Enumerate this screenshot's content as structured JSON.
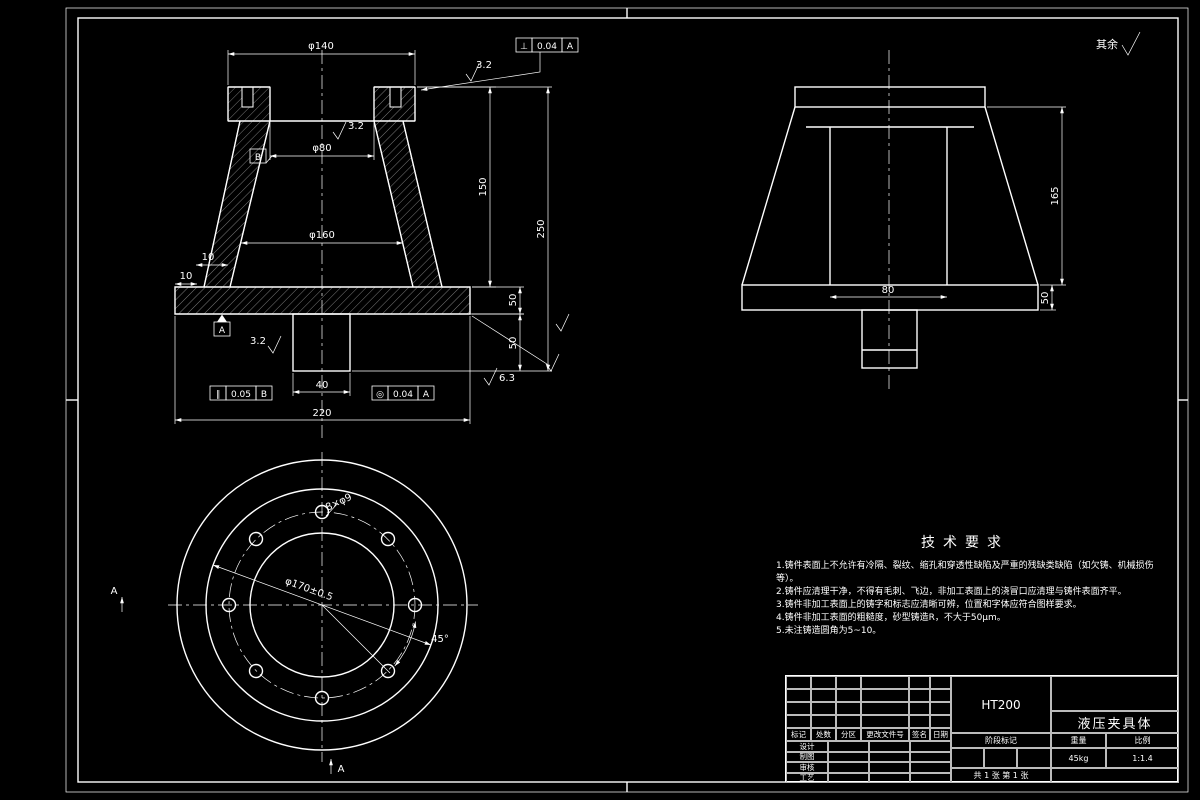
{
  "sheet": {
    "surface_note": "其余"
  },
  "front_view": {
    "dim_phi140": "φ140",
    "fcf_top": {
      "symbol": "⊥",
      "tolerance": "0.04",
      "datum": "A"
    },
    "rough_top": "3.2",
    "rough_hole": "3.2",
    "dim_phi80": "φ80",
    "datum_b": "B",
    "dim_phi160": "φ160",
    "dim_10_a": "10",
    "dim_10_b": "10",
    "dim_150": "150",
    "dim_250": "250",
    "dim_50_a": "50",
    "dim_50_b": "50",
    "rough_63": "6.3",
    "rough_boss": "3.2",
    "datum_a": "A",
    "dim_40": "40",
    "dim_220": "220",
    "fcf_left": {
      "symbol": "∥",
      "tolerance": "0.05",
      "datum": "B"
    },
    "fcf_right": {
      "symbol": "◎",
      "tolerance": "0.04",
      "datum": "A"
    }
  },
  "side_view": {
    "dim_80": "80",
    "dim_165": "165",
    "dim_50": "50"
  },
  "top_view": {
    "holes_label": "8×φ9",
    "dia_label": "φ170±0.5",
    "angle_label": "45°",
    "section_a_left": "A",
    "section_a_bottom": "A"
  },
  "tech_requirements": {
    "title": "技术要求",
    "items": [
      "1.铸件表面上不允许有冷隔、裂纹、缩孔和穿透性缺陷及严重的残缺类缺陷（如欠铸、机械损伤等）。",
      "2.铸件应清理干净，不得有毛刺、飞边，非加工表面上的浇冒口应清理与铸件表面齐平。",
      "3.铸件非加工表面上的铸字和标志应清晰可辨，位置和字体应符合图样要求。",
      "4.铸件非加工表面的粗糙度，砂型铸造R，不大于50μm。",
      "5.未注铸造圆角为5~10。"
    ]
  },
  "title_block": {
    "material": "HT200",
    "part_name": "液压夹具体",
    "rev_headers": [
      "标记",
      "处数",
      "分区",
      "更改文件号",
      "签名",
      "日期"
    ],
    "role_labels": [
      "设计",
      "制图",
      "审核",
      "工艺"
    ],
    "stage_label": "阶段标记",
    "weight_label": "重量",
    "scale_label": "比例",
    "weight_value": "45kg",
    "scale_value": "1:1.4",
    "sheet_info": "共 1 张  第 1 张"
  },
  "colors": {
    "background": "#000000",
    "line": "#ffffff"
  }
}
